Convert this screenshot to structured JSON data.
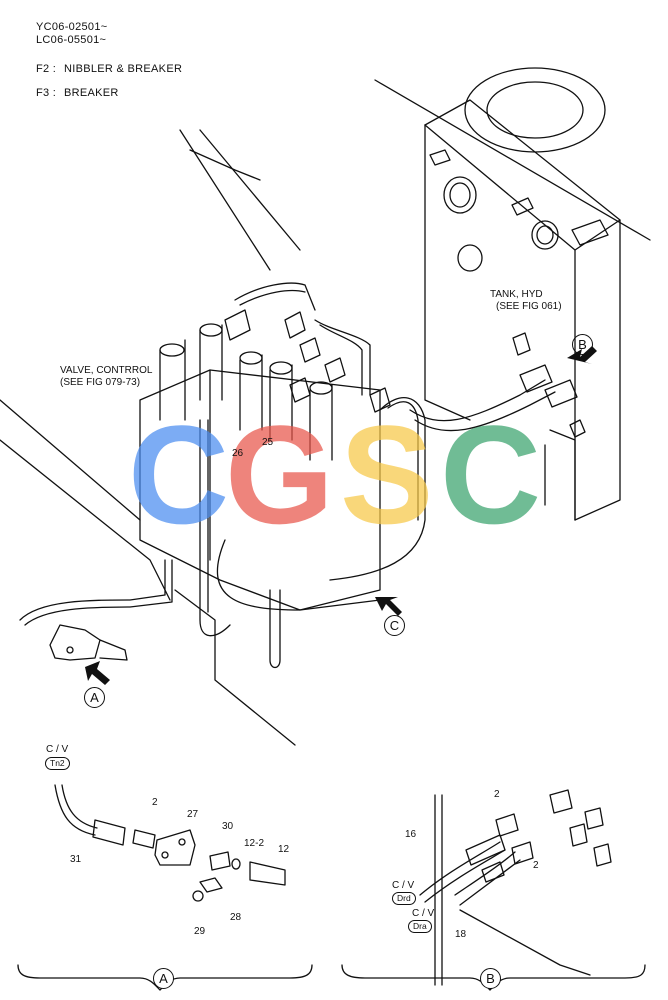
{
  "header": {
    "serial_1": "YC06-02501~",
    "serial_2": "LC06-05501~",
    "f2_key": "F2 :",
    "f2_value": "NIBBLER & BREAKER",
    "f3_key": "F3 :",
    "f3_value": "BREAKER"
  },
  "callouts": {
    "tank_line1": "TANK, HYD",
    "tank_line2": "(SEE FIG 061)",
    "valve_line1": "VALVE, CONTRROL",
    "valve_line2": "(SEE FIG 079-73)"
  },
  "view_letters": {
    "a": "A",
    "b": "B",
    "c": "C"
  },
  "part_numbers": {
    "p25": "25",
    "p26": "26",
    "a_2": "2",
    "a_27": "27",
    "a_30": "30",
    "a_12_2": "12-2",
    "a_12": "12",
    "a_31": "31",
    "a_28": "28",
    "a_29": "29",
    "b_2_top": "2",
    "b_16": "16",
    "b_2_mid": "2",
    "b_18": "18"
  },
  "connection_tags": {
    "a_cv": "C / V",
    "a_tag": "Tn2",
    "b_cv1": "C / V",
    "b_tag1": "Drd",
    "b_cv2": "C / V",
    "b_tag2": "Dra"
  },
  "watermark": {
    "c1": "C",
    "g": "G",
    "s": "S",
    "c2": "C"
  },
  "colors": {
    "watermark_blue": "#4a8df0",
    "watermark_red": "#e8554a",
    "watermark_yellow": "#f7c948",
    "watermark_green": "#3aa36d",
    "line": "#111111"
  }
}
